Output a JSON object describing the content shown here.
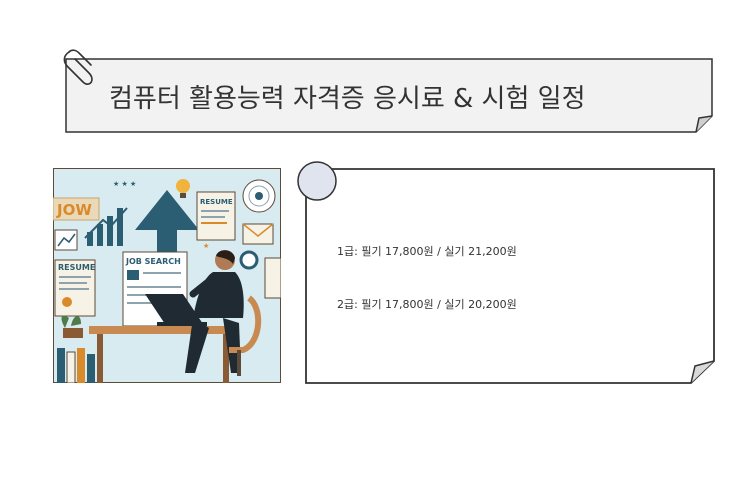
{
  "title": "컴퓨터 활용능력 자격증 응시료 & 시험 일정",
  "illustration": {
    "label_jow": "JOW",
    "label_resume_left": "RESUME",
    "label_resume_top": "RESUME",
    "label_job_search": "JOB SEARCH"
  },
  "fees": [
    "1급: 필기 17,800원 / 실기 21,200원",
    "2급: 필기 17,800원 / 실기 20,200원"
  ],
  "colors": {
    "note_fill": "#f2f2f2",
    "note_border": "#333333",
    "circle_fill": "#dfe4ef",
    "illus_bg": "#d7ebf0",
    "arrow": "#2b5d73"
  }
}
